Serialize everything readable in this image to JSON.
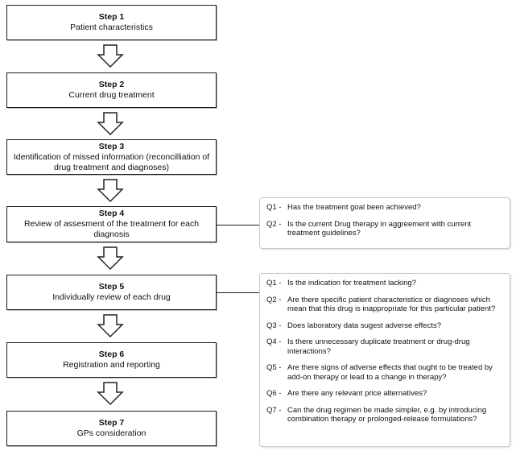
{
  "steps": [
    {
      "title": "Step 1",
      "desc": "Patient characteristics"
    },
    {
      "title": "Step 2",
      "desc": "Current drug treatment"
    },
    {
      "title": "Step 3",
      "desc": "Identification of missed information (reconcilliation of drug treatment and diagnoses)"
    },
    {
      "title": "Step 4",
      "desc": "Review of assesment of the treatment for each diagnosis"
    },
    {
      "title": "Step 5",
      "desc": "Individually review of each drug"
    },
    {
      "title": "Step 6",
      "desc": "Registration and reporting"
    },
    {
      "title": "Step 7",
      "desc": "GPs consideration"
    }
  ],
  "step4_questions": [
    {
      "id": "Q1 -",
      "text": "Has the treatment goal been achieved?"
    },
    {
      "id": "Q2 -",
      "text": "Is the current Drug therapy in aggreement with current treatment guidelines?"
    }
  ],
  "step5_questions": [
    {
      "id": "Q1 -",
      "text": "Is the indication for treatment lacking?"
    },
    {
      "id": "Q2 -",
      "text": "Are there specific patient characteristics or diagnoses which mean that this drug is inappropriate for this particular patient?"
    },
    {
      "id": "Q3 -",
      "text": "Does laboratory data sugest adverse effects?"
    },
    {
      "id": "Q4 -",
      "text": "Is there unnecessary duplicate treatment or drug-drug interactions?"
    },
    {
      "id": "Q5 -",
      "text": "Are there signs of adverse effects that ought to be treated by add-on therapy or lead to a change in therapy?"
    },
    {
      "id": "Q6 -",
      "text": "Are there any relevant price alternatives?"
    },
    {
      "id": "Q7 -",
      "text": "Can the drug regimen be made simpler, e.g. by introducing combination therapy or prolonged-release formulations?"
    }
  ]
}
